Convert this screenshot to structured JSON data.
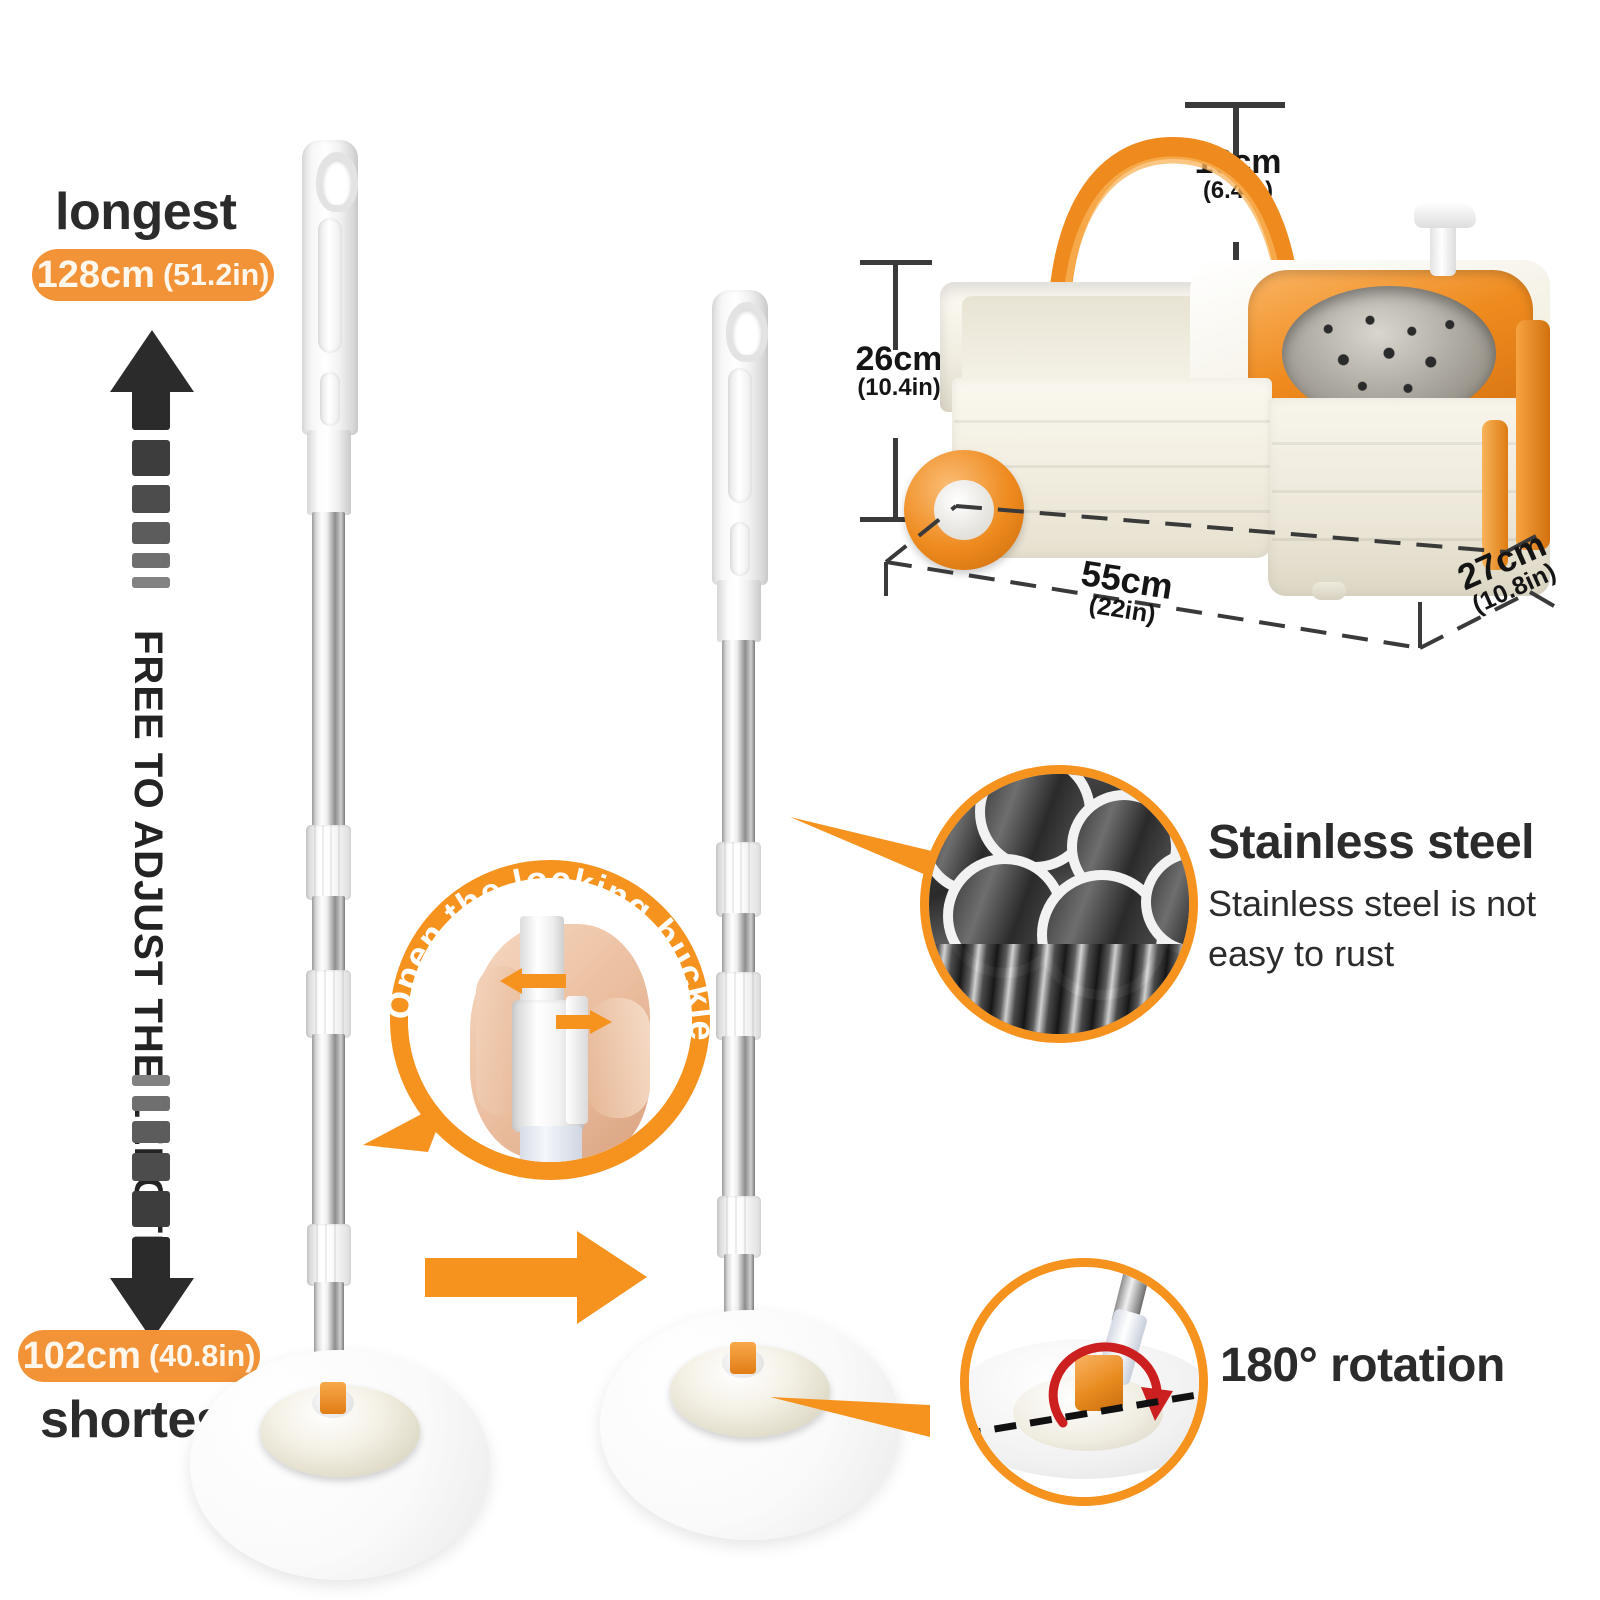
{
  "product": "spin mop with bucket infographic",
  "colors": {
    "accent_orange": "#F29338",
    "ring_orange": "#F6921E",
    "text_dark": "#232323",
    "arrow_red": "#CC1F1F"
  },
  "length_panel": {
    "longest_label": "longest",
    "longest_value": "128cm",
    "longest_value_in": "(51.2in)",
    "shortest_label": "shortest",
    "shortest_value": "102cm",
    "shortest_value_in": "(40.8in)",
    "vertical_text": "FREE TO ADJUST THE LENGTH"
  },
  "locking_callout": {
    "text": "Open the locking buckle"
  },
  "bucket_dims": {
    "handle_height": "16cm",
    "handle_height_in": "(6.4in)",
    "body_height": "26cm",
    "body_height_in": "(10.4in)",
    "length": "55cm",
    "length_in": "(22in)",
    "depth": "27cm",
    "depth_in": "(10.8in)"
  },
  "steel_callout": {
    "title": "Stainless  steel",
    "desc_line1": "Stainless  steel is not",
    "desc_line2": "easy to rust"
  },
  "rotation_callout": {
    "title": "180° rotation"
  },
  "icons": {
    "up_arrow": "up-arrow-icon",
    "down_arrow": "down-arrow-icon",
    "right_arrow": "right-arrow-icon",
    "rotation_arrow": "rotation-arrow-icon"
  }
}
